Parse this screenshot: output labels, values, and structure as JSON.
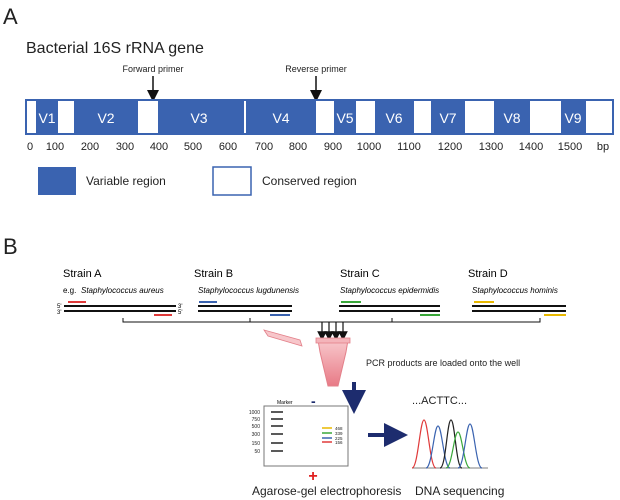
{
  "panel_a": {
    "letter": "A",
    "title": "Bacterial 16S rRNA gene",
    "forward_primer": "Forward primer",
    "reverse_primer": "Reverse primer",
    "regions": [
      "V1",
      "V2",
      "V3",
      "V4",
      "V5",
      "V6",
      "V7",
      "V8",
      "V9"
    ],
    "scale_ticks": [
      "0",
      "100",
      "200",
      "300",
      "400",
      "500",
      "600",
      "700",
      "800",
      "900",
      "1000",
      "1100",
      "1200",
      "1300",
      "1400",
      "1500"
    ],
    "scale_unit": "bp",
    "legend_variable": "Variable region",
    "legend_conserved": "Conserved region",
    "colors": {
      "variable": "#3a63b0",
      "conserved": "#ffffff"
    }
  },
  "panel_b": {
    "letter": "B",
    "strains": [
      {
        "name": "Strain A",
        "prefix": "e.g.",
        "species": "Staphylococcus aureus",
        "color": "#e03a3a"
      },
      {
        "name": "Strain B",
        "prefix": "",
        "species": "Staphylococcus lugdunensis",
        "color": "#3a63b0"
      },
      {
        "name": "Strain C",
        "prefix": "",
        "species": "Staphylococcus epidermidis",
        "color": "#3aa83a"
      },
      {
        "name": "Strain D",
        "prefix": "",
        "species": "Staphylococcus hominis",
        "color": "#e8b800"
      }
    ],
    "strand_labels": {
      "five": "5'",
      "three": "3'"
    },
    "pcr_note": "PCR products are loaded onto the well",
    "gel": {
      "marker_label": "Marker",
      "ladder": [
        "1000",
        "750",
        "500",
        "300",
        "150",
        "50"
      ],
      "band_sizes": [
        "468",
        "339",
        "225",
        "156"
      ],
      "caption": "Agarose-gel electrophoresis",
      "plus_sign": "+",
      "minus_sign": "-"
    },
    "sequence_text": "...ACTTC...",
    "sequencing_caption": "DNA sequencing"
  }
}
